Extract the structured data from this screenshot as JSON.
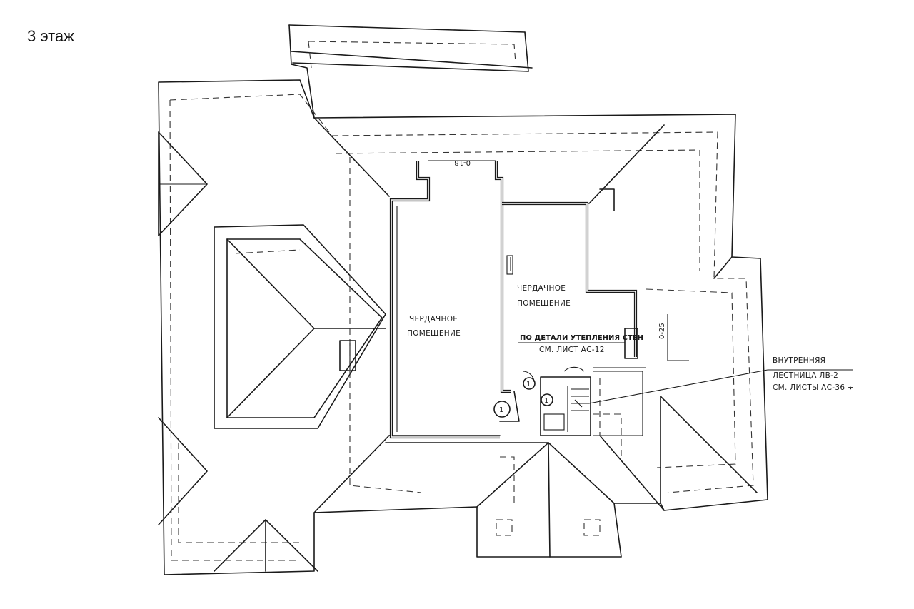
{
  "title": "3 этаж",
  "rooms": [
    {
      "line1": "ЧЕРДАЧНОЕ",
      "line2": "ПОМЕЩЕНИЕ"
    },
    {
      "line1": "ЧЕРДАЧНОЕ",
      "line2": "ПОМЕЩЕНИЕ"
    }
  ],
  "notes": {
    "insulation_line1": "ПО ДЕТАЛИ УТЕПЛЕНИЯ СТЕН",
    "insulation_line2": "СМ. ЛИСТ АС-12",
    "stair_line1": "ВНУТРЕННЯЯ",
    "stair_line2": "ЛЕСТНИЦА ЛВ-2",
    "stair_line3": "СМ. ЛИСТЫ АС-36 ÷"
  },
  "dimensions": {
    "top": "0-18",
    "right": "0-25"
  },
  "callouts": [
    "1",
    "1",
    "1"
  ]
}
